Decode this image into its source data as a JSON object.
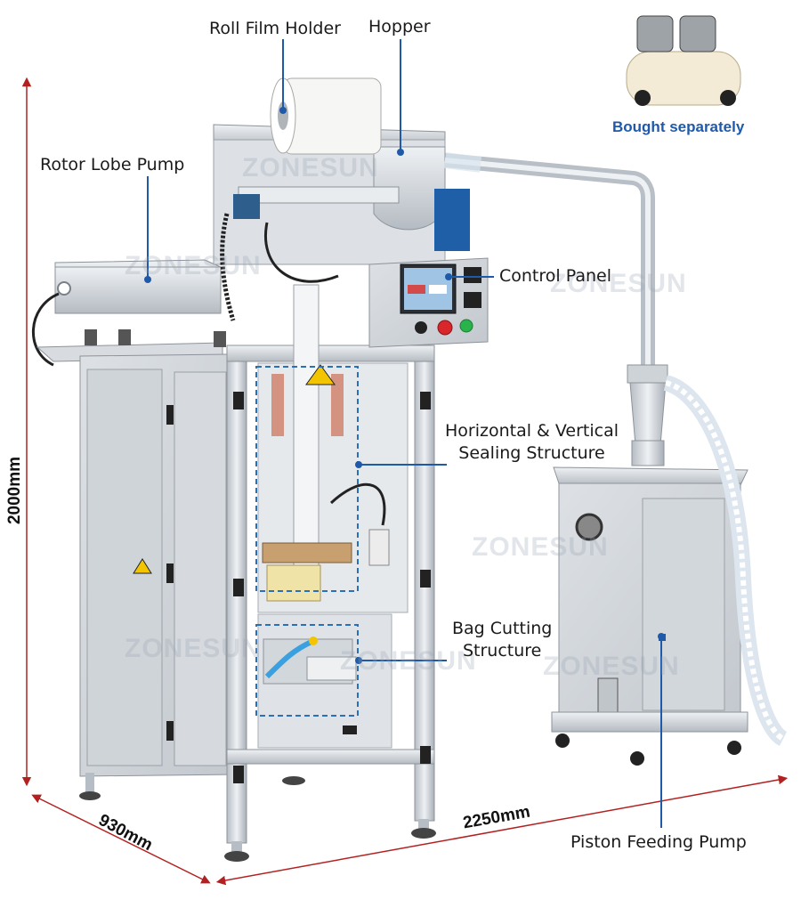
{
  "callouts": {
    "roll_film_holder": "Roll Film Holder",
    "hopper": "Hopper",
    "rotor_lobe_pump": "Rotor Lobe Pump",
    "control_panel": "Control Panel",
    "sealing_line1": "Horizontal & Vertical",
    "sealing_line2": "Sealing Structure",
    "cutting_line1": "Bag Cutting",
    "cutting_line2": "Structure",
    "piston_feeding_pump": "Piston Feeding Pump"
  },
  "compressor_note": "Bought separately",
  "dimensions": {
    "height": "2000mm",
    "depth": "930mm",
    "width": "2250mm"
  },
  "watermark": "ZONESUN",
  "colors": {
    "leader": "#1f5aa8",
    "dim_line": "#b32020",
    "dashed_box": "#2b6fb5",
    "steel": "#c9ced4"
  }
}
